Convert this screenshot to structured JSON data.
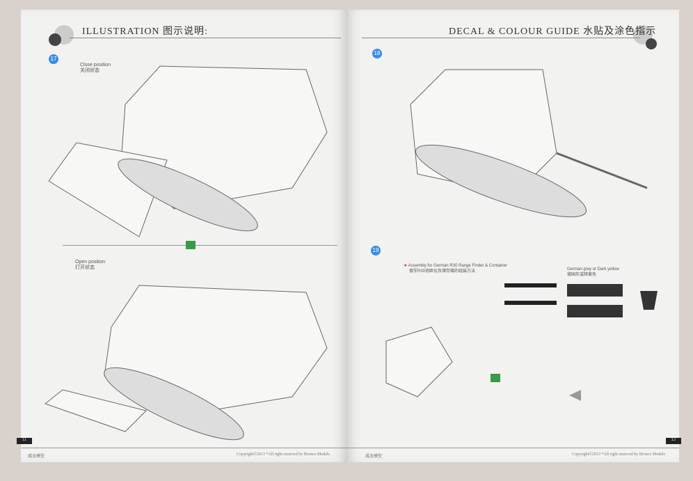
{
  "left_page": {
    "header": "ILLUSTRATION 图示说明:",
    "step": "17",
    "close_label": "Close position",
    "close_label_cn": "关闭状态",
    "open_label": "Open position",
    "open_label_cn": "打开状态",
    "page_number": "11",
    "footer_left": "威龙模型",
    "copyright": "Copyright©2013 *All right reserved by Bronco Models"
  },
  "right_page": {
    "header": "DECAL & COLOUR GUIDE 水贴及涂色指示",
    "step_top": "18",
    "step_bottom": "19",
    "assembly_note": "Assembly for German R30 Range Finder & Container",
    "assembly_note_cn": "德军R30测距仪及储存箱的组装方法",
    "color_note": "German gray or Dark yellow",
    "color_note_cn": "德国灰或暗黄色",
    "page_number": "12",
    "footer_left": "威龙模型",
    "copyright": "Copyright©2013 *All right reserved by Bronco Models"
  }
}
